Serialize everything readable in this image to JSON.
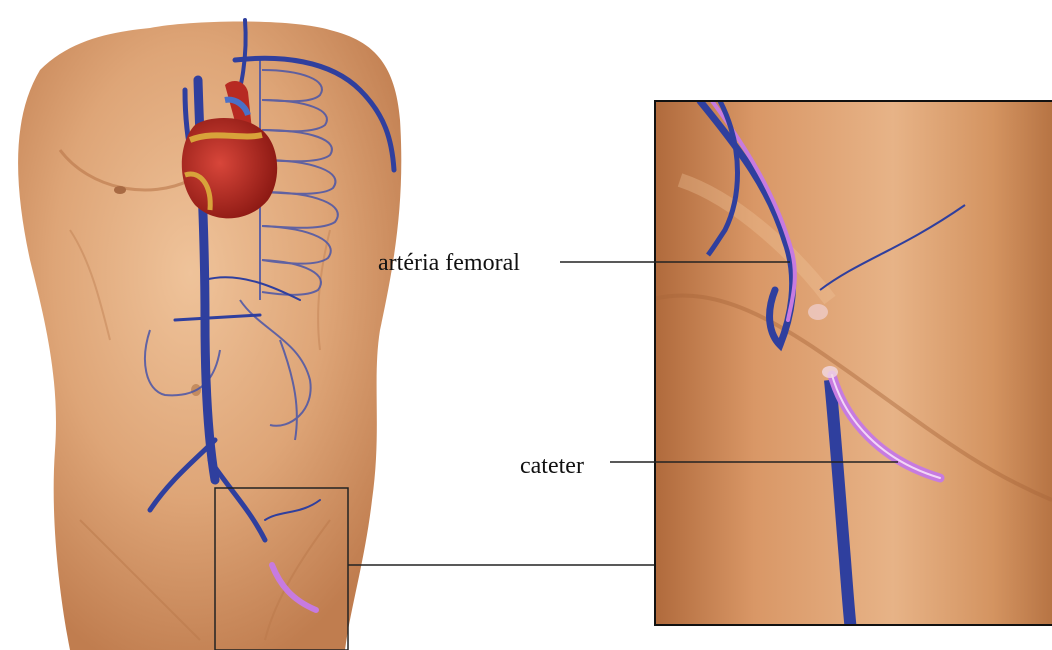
{
  "labels": {
    "femoral_artery": "artéria femoral",
    "catheter": "cateter"
  },
  "colors": {
    "background": "#ffffff",
    "skin_light": "#e8b48a",
    "skin_mid": "#d89a6b",
    "skin_dark": "#b87346",
    "vessel_blue": "#2f3f9e",
    "catheter_purple": "#c77be0",
    "heart_red": "#a8231c",
    "heart_fat": "#d8a33a",
    "leader_line": "#222222"
  },
  "icons": [
    "torso-illustration",
    "heart-icon",
    "rib-cage-outline",
    "zoom-callout-box",
    "catheter-tube"
  ]
}
